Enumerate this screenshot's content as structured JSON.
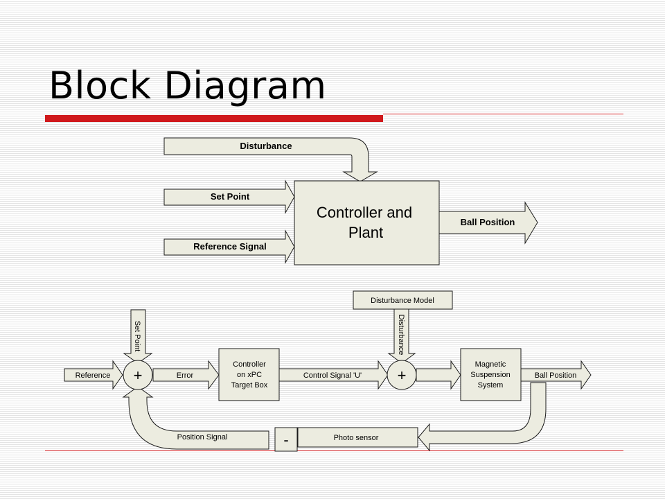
{
  "title": "Block Diagram",
  "top_diagram": {
    "disturbance": "Disturbance",
    "set_point": "Set Point",
    "reference_signal": "Reference Signal",
    "block_line1": "Controller and",
    "block_line2": "Plant",
    "output": "Ball Position"
  },
  "bottom_diagram": {
    "reference": "Reference",
    "set_point": "Set Point",
    "sum1_sign": "+",
    "error": "Error",
    "controller_line1": "Controller",
    "controller_line2": "on xPC",
    "controller_line3": "Target Box",
    "control_signal": "Control Signal 'U'",
    "disturbance_model": "Disturbance Model",
    "disturbance": "Disturbance",
    "sum2_sign": "+",
    "maglev_line1": "Magnetic",
    "maglev_line2": "Suspension",
    "maglev_line3": "System",
    "ball_position": "Ball Position",
    "photo_sensor": "Photo sensor",
    "minus_sign": "-",
    "position_signal": "Position Signal"
  },
  "colors": {
    "fill": "#ecece0",
    "accent_red": "#d0191c"
  }
}
